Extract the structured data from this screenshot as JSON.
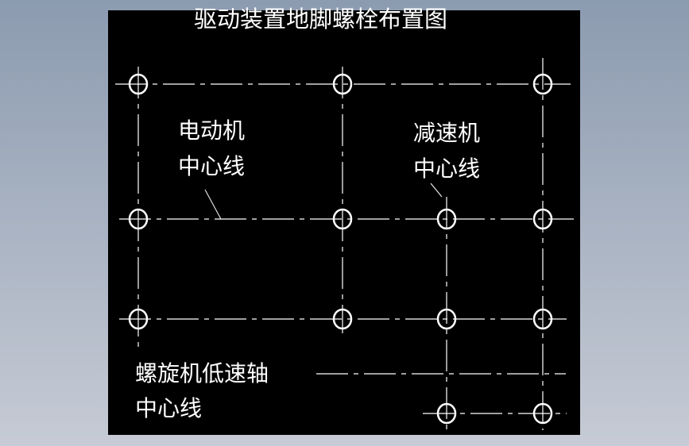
{
  "drawing": {
    "title": "驱动装置地脚螺栓布置图",
    "labels": {
      "motor_line1": "电动机",
      "motor_line2": "中心线",
      "reducer_line1": "减速机",
      "reducer_line2": "中心线",
      "screw_line1": "螺旋机低速轴",
      "screw_line2": "中心线"
    },
    "colors": {
      "background": "#000000",
      "lines": "#ffffff"
    }
  }
}
